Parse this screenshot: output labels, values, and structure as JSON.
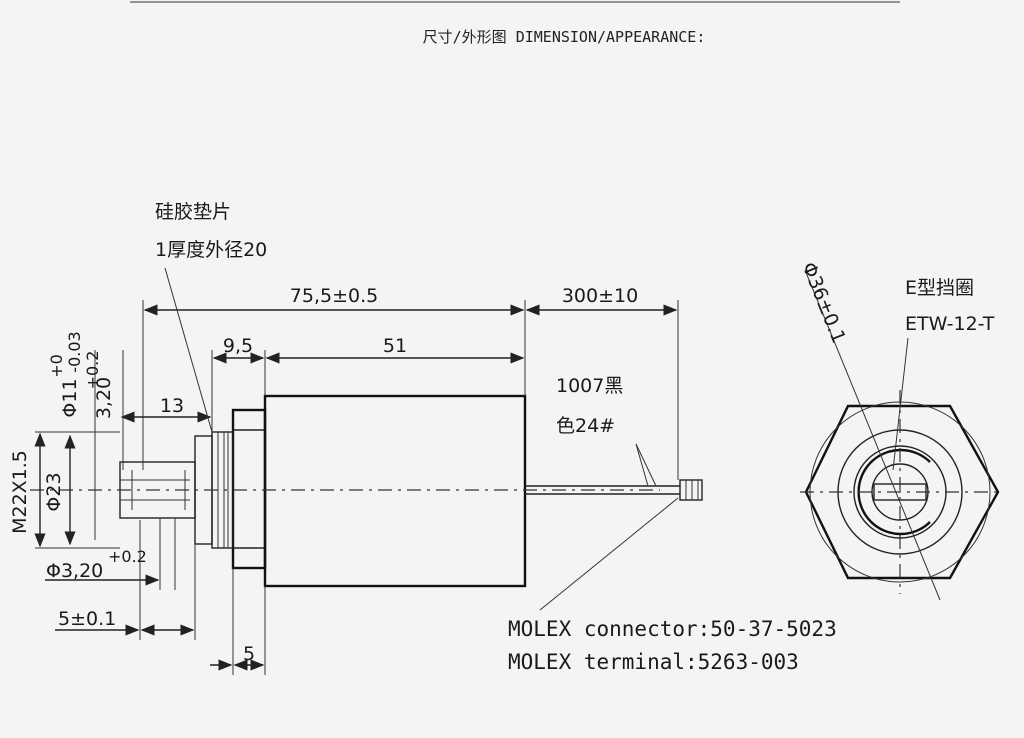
{
  "title": "尺寸/外形图 DIMENSION/APPEARANCE:",
  "annotations": {
    "gasket_line1": "硅胶垫片",
    "gasket_line2": "1厚度外径20",
    "wire_line1": "1007黑",
    "wire_line2": "色24#",
    "eclip_line1": "E型挡圈",
    "eclip_line2": "ETW-12-T",
    "connector": "MOLEX connector:50-37-5023",
    "terminal": "MOLEX terminal:5263-003"
  },
  "dimensions": {
    "overall_length": "75,5±0.5",
    "lead_length": "300±10",
    "offset": "9,5",
    "body_length": "51",
    "shaft_extension": "13",
    "plunger_dia": "Φ11",
    "plunger_tol_upper": "+0",
    "plunger_tol_lower": "-0.03",
    "hole_upper": "3,20",
    "hole_upper_tol": "+0.2",
    "thread": "M22X1.5",
    "flange_dia": "Φ23",
    "hole_lower": "Φ3,20",
    "hole_lower_tol": "+0.2",
    "tip_length": "5±0.1",
    "nut_thickness": "5",
    "outer_dia": "Φ36±0.1"
  }
}
